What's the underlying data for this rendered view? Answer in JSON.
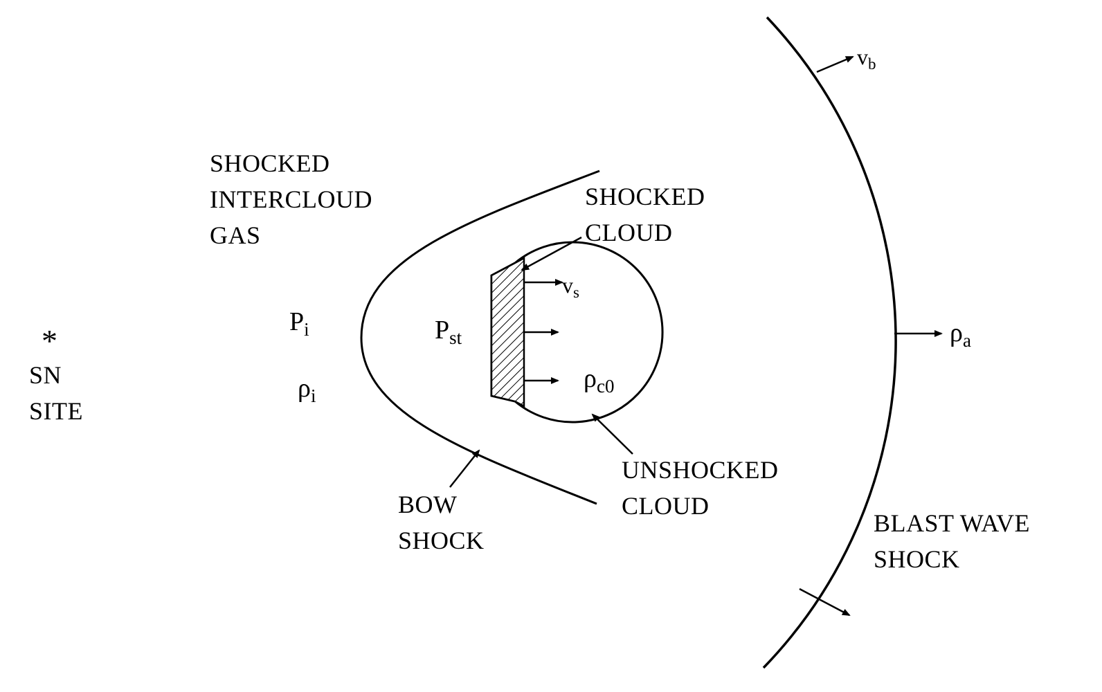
{
  "diagram": {
    "background_color": "#ffffff",
    "line_color": "#000000",
    "labels": {
      "sn_star": "*",
      "sn_site": {
        "line1": "SN",
        "line2": "SITE"
      },
      "shocked_intercloud_gas": {
        "line1": "SHOCKED",
        "line2": "INTERCLOUD",
        "line3": "GAS"
      },
      "shocked_cloud": {
        "line1": "SHOCKED",
        "line2": "CLOUD"
      },
      "unshocked_cloud": {
        "line1": "UNSHOCKED",
        "line2": "CLOUD"
      },
      "bow_shock": {
        "line1": "BOW",
        "line2": "SHOCK"
      },
      "blast_wave_shock": {
        "line1": "BLAST WAVE",
        "line2": "SHOCK"
      }
    },
    "symbols": {
      "p_i": {
        "main": "P",
        "sub": "i"
      },
      "rho_i": {
        "main": "ρ",
        "sub": "i"
      },
      "p_st": {
        "main": "P",
        "sub": "st"
      },
      "rho_c0": {
        "main": "ρ",
        "sub": "c0"
      },
      "v_s": {
        "main": "v",
        "sub": "s"
      },
      "v_b": {
        "main": "v",
        "sub": "b"
      },
      "rho_a": {
        "main": "ρ",
        "sub": "a"
      }
    }
  }
}
